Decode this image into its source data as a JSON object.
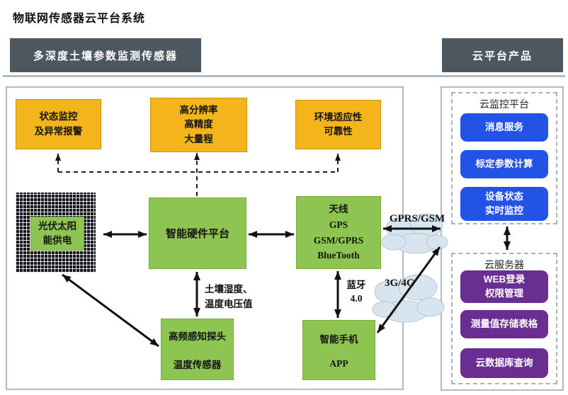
{
  "title": "物联网传感器云平台系统",
  "tabs": {
    "left": "多深度土壤参数监测传感器",
    "right": "云平台产品"
  },
  "features": [
    {
      "lines": [
        "状态监控",
        "及异常报警"
      ]
    },
    {
      "lines": [
        "高分辨率",
        "高精度",
        "大量程"
      ]
    },
    {
      "lines": [
        "环境适应性",
        "可靠性"
      ]
    }
  ],
  "nodes": {
    "solar": {
      "lines": [
        "光伏太阳",
        "能供电"
      ]
    },
    "platform": {
      "label": "智能硬件平台"
    },
    "antenna": {
      "lines": [
        "天线",
        "GPS",
        "GSM/GPRS",
        "BlueTooth"
      ]
    },
    "probe": {
      "lines": [
        "高频感知探头",
        "温度传感器"
      ]
    },
    "phone": {
      "lines": [
        "智能手机",
        "APP"
      ]
    }
  },
  "link_labels": {
    "gprs": "GPRS/GSM",
    "lte": "3G/4G",
    "soil_line1": "土壤湿度、",
    "soil_line2": "温度电压值",
    "bt_line1": "蓝牙",
    "bt_line2": "4.0"
  },
  "cloud_monitor": {
    "title": "云监控平台",
    "items": [
      {
        "lines": [
          "消息服务"
        ]
      },
      {
        "lines": [
          "标定参数计算"
        ]
      },
      {
        "lines": [
          "设备状态",
          "实时监控"
        ]
      }
    ]
  },
  "cloud_server": {
    "title": "云服务器",
    "items": [
      {
        "lines": [
          "WEB登录",
          "权限管理"
        ]
      },
      {
        "lines": [
          "测量值存储表格"
        ]
      },
      {
        "lines": [
          "云数据库查询"
        ]
      }
    ]
  },
  "colors": {
    "tab_dark": "#4D575F",
    "feature_yellow": "#F4B41B",
    "node_green": "#8DC452",
    "monitor_blue": "#2353E6",
    "server_purple": "#6A2E93",
    "cloud_fill": "#D8E5EF",
    "panel_border": "#B3BAC1"
  }
}
